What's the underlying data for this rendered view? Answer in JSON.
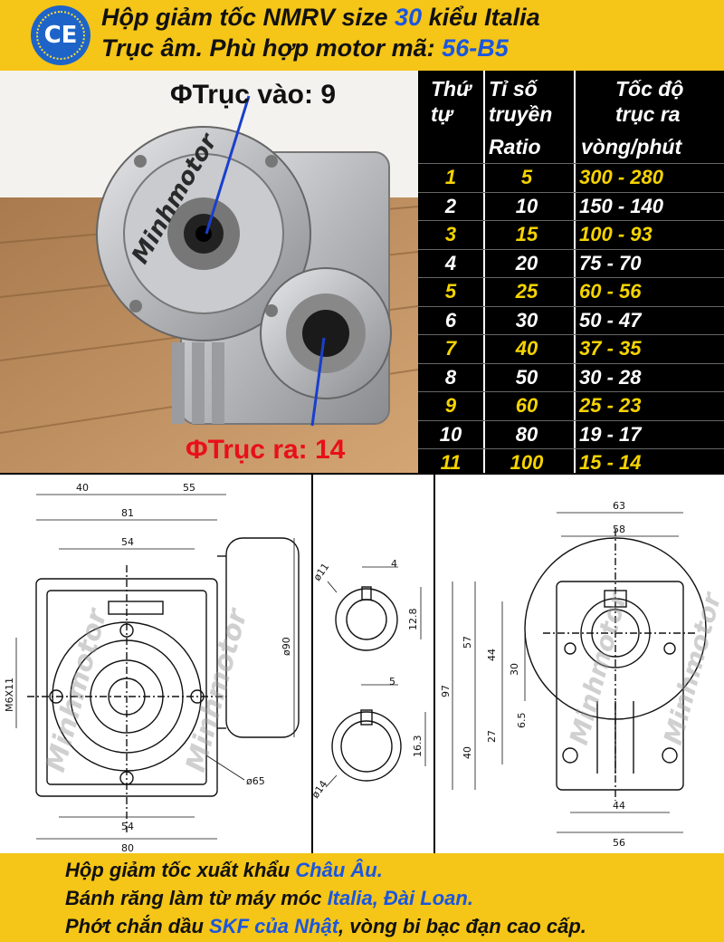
{
  "header": {
    "logo_text": "CE",
    "line1_a": "Hộp giảm tốc NMRV size ",
    "line1_size": "30",
    "line1_b": " kiểu Italia",
    "line2_a": "Trục âm. Phù hợp motor mã: ",
    "line2_code": "56-B5"
  },
  "photo": {
    "input_label": "ΦTrục vào: 9",
    "output_label": "ΦTrục ra: 14",
    "watermark": "Minhmotor"
  },
  "table": {
    "col1_header": [
      "Thứ",
      "tự"
    ],
    "col2_header": [
      "Tỉ số",
      "truyền"
    ],
    "col3_header": [
      "Tốc độ",
      "trục ra"
    ],
    "col2_unit": "Ratio",
    "col3_unit": "vòng/phút",
    "rows": [
      {
        "no": "1",
        "ratio": "5",
        "speed": "300 - 280"
      },
      {
        "no": "2",
        "ratio": "10",
        "speed": "150 - 140"
      },
      {
        "no": "3",
        "ratio": "15",
        "speed": "100 - 93"
      },
      {
        "no": "4",
        "ratio": "20",
        "speed": "75 - 70"
      },
      {
        "no": "5",
        "ratio": "25",
        "speed": "60 - 56"
      },
      {
        "no": "6",
        "ratio": "30",
        "speed": "50 - 47"
      },
      {
        "no": "7",
        "ratio": "40",
        "speed": "37 - 35"
      },
      {
        "no": "8",
        "ratio": "50",
        "speed": "30 - 28"
      },
      {
        "no": "9",
        "ratio": "60",
        "speed": "25 - 23"
      },
      {
        "no": "10",
        "ratio": "80",
        "speed": "19 - 17"
      },
      {
        "no": "11",
        "ratio": "100",
        "speed": "15 - 14"
      }
    ]
  },
  "drawing": {
    "watermark": "Minhmotor",
    "front": {
      "d40": "40",
      "d55": "55",
      "d81": "81",
      "d54_top": "54",
      "d54_bottom": "54",
      "d80": "80",
      "d90": "ø90",
      "d65": "ø65",
      "thread": "M6X11"
    },
    "shaft": {
      "d11": "ø11",
      "w4": "4",
      "h12_8": "12.8",
      "w5": "5",
      "d14": "ø14",
      "h16_3": "16.3"
    },
    "side": {
      "d63": "63",
      "d58": "58",
      "d57": "57",
      "d44": "44",
      "d30": "30",
      "d97": "97",
      "d6_5": "6.5",
      "d27": "27",
      "d40": "40",
      "d44_bottom": "44",
      "d56": "56"
    }
  },
  "footer": {
    "line1_a": "Hộp giảm tốc xuất khẩu ",
    "line1_b": "Châu Âu.",
    "line2_a": "Bánh răng làm từ máy móc ",
    "line2_b": "Italia, Đài Loan.",
    "line3_a": "Phớt chắn dầu ",
    "line3_b": "SKF của Nhật",
    "line3_c": ", vòng bi bạc đạn cao cấp."
  },
  "colors": {
    "yellow": "#f5c518",
    "blue": "#1a56e0",
    "table_yellow": "#f5d300",
    "red": "#e8101a"
  }
}
